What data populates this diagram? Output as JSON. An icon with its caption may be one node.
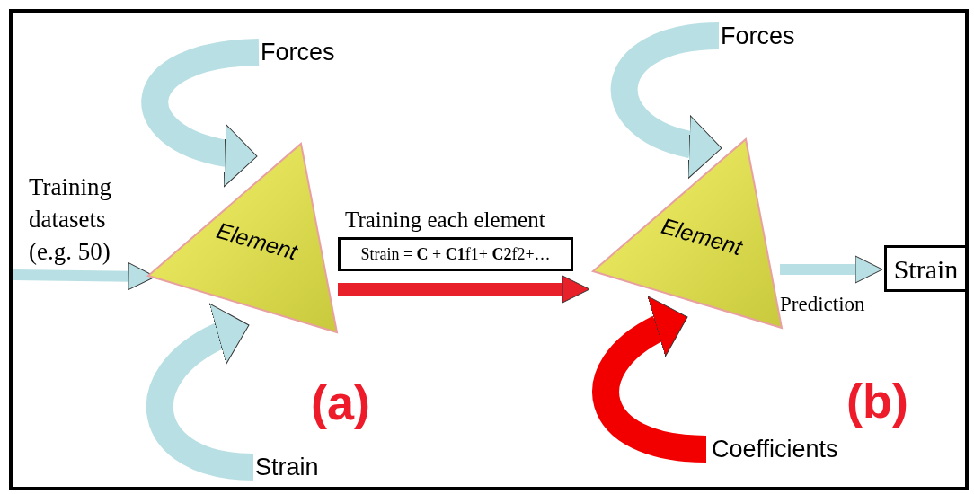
{
  "diagram": {
    "nodes": [
      {
        "text": [
          "Forces"
        ]
      },
      {
        "text": [
          "Training datasets (e.g. 50)"
        ]
      },
      {
        "text": [
          "Element"
        ]
      },
      {
        "text": [
          "Strain"
        ]
      },
      {
        "text": [
          "Strain = **C** + **C1**f1+ **C2**f2+…"
        ]
      },
      {
        "text": [
          "Forces"
        ]
      },
      {
        "text": [
          "Element"
        ]
      },
      {
        "text": [
          "Coefficients"
        ]
      },
      {
        "text": [
          "Strain"
        ]
      }
    ],
    "edges": [
      {
        "from": 0,
        "to": 2,
        "arrow": "to"
      },
      {
        "from": 1,
        "to": 2,
        "arrow": "to"
      },
      {
        "from": 3,
        "to": 2,
        "arrow": "to"
      },
      {
        "from": 2,
        "to": 6,
        "arrow": "to",
        "label": "Training each element",
        "color": "#e8202a"
      },
      {
        "from": 5,
        "to": 6,
        "arrow": "to"
      },
      {
        "from": 7,
        "to": 6,
        "arrow": "to",
        "color": "#f20000"
      },
      {
        "from": 6,
        "to": 8,
        "arrow": "to",
        "label": "Prediction"
      }
    ],
    "labels": [
      "(a)",
      "(b)"
    ]
  }
}
